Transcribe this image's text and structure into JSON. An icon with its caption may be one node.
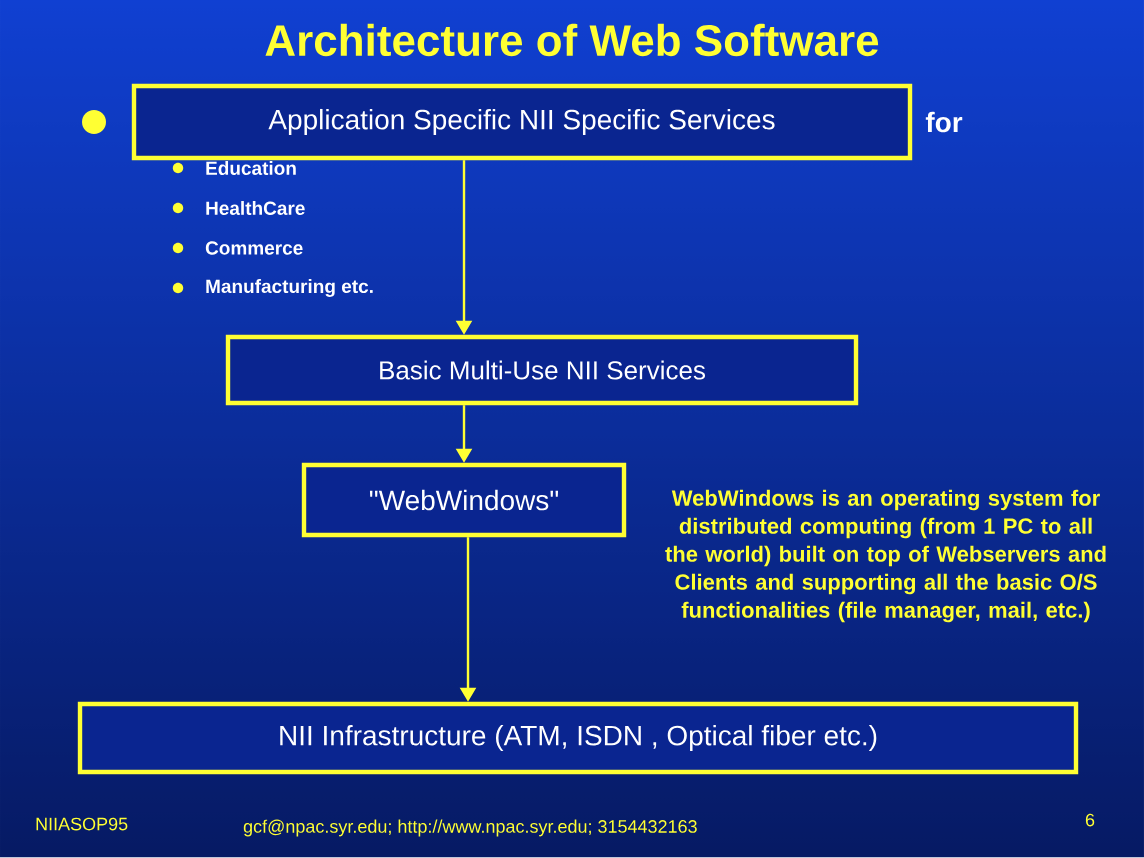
{
  "diagram": {
    "title": "Architecture of Web Software",
    "nodes": [
      {
        "text": [
          "Application Specific NII Specific Services"
        ]
      },
      {
        "text": [
          "Basic Multi-Use NII Services"
        ]
      },
      {
        "text": [
          "\"WebWindows\""
        ]
      },
      {
        "text": [
          "NII Infrastructure (ATM, ISDN , Optical fiber etc.)"
        ]
      }
    ],
    "edges": [
      {
        "from": 0,
        "to": 1,
        "arrow": "to"
      },
      {
        "from": 1,
        "to": 2,
        "arrow": "to"
      },
      {
        "from": 2,
        "to": 3,
        "arrow": "to"
      }
    ],
    "labels": [
      "for",
      "Education",
      "HealthCare",
      "Commerce",
      "Manufacturing etc.",
      "WebWindows is an operating system for distributed computing (from 1 PC to all the world) built on top of Webservers and Clients and supporting all the basic O/S functionalities (file manager, mail, etc.)",
      "NIIASOP95",
      "gcf@npac.syr.edu; http://www.npac.syr.edu; 3154432163",
      "6"
    ]
  }
}
